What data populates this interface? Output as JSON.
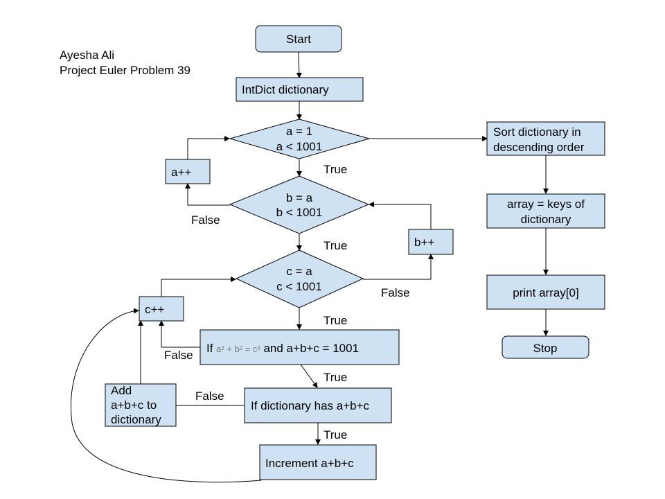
{
  "author": {
    "name": "Ayesha Ali",
    "project": "Project Euler Problem 39"
  },
  "nodes": {
    "start": "Start",
    "intdict": "IntDict dictionary",
    "loop_a": [
      "a = 1",
      "a < 1001"
    ],
    "a_inc": "a++",
    "loop_b": [
      "b = a",
      "b < 1001"
    ],
    "b_inc": "b++",
    "loop_c": [
      "c = a",
      "c < 1001"
    ],
    "c_inc": "c++",
    "condition": {
      "prefix": "If ",
      "formula": "a² + b² = c²",
      "suffix": " and a+b+c = 1001"
    },
    "has_key": "If dictionary has a+b+c",
    "add": [
      "Add",
      "a+b+c to",
      "dictionary"
    ],
    "increment": "Increment a+b+c",
    "sort": [
      "Sort dictionary in",
      "descending order"
    ],
    "keys": [
      "array = keys of",
      "dictionary"
    ],
    "print": "print array[0]",
    "stop": "Stop"
  },
  "edge_labels": {
    "a_true": "True",
    "b_false": "False",
    "b_true": "True",
    "c_false": "False",
    "c_true": "True",
    "cond_false": "False",
    "cond_true": "True",
    "has_false": "False",
    "has_true": "True"
  }
}
